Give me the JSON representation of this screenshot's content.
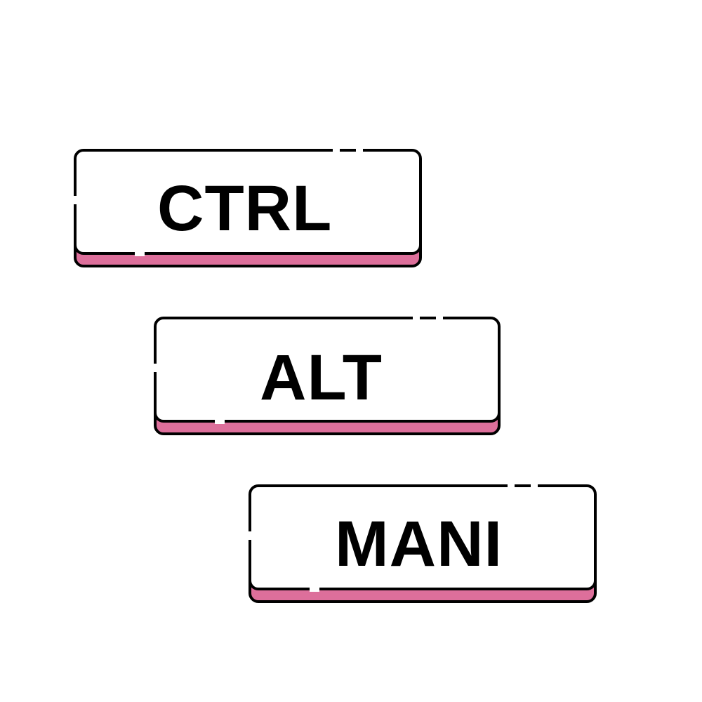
{
  "colors": {
    "key_face": "#ffffff",
    "key_side": "#dd6f9b",
    "outline": "#000000",
    "background": "#ffffff"
  },
  "keys": [
    {
      "label": "CTRL"
    },
    {
      "label": "ALT"
    },
    {
      "label": "MANI"
    }
  ]
}
